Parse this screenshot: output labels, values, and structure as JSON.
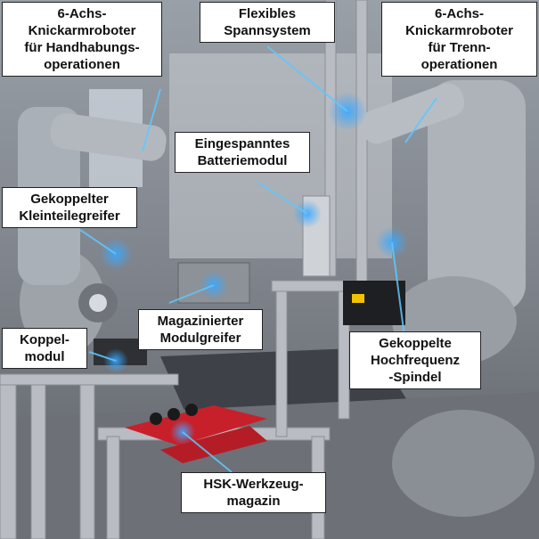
{
  "labels": {
    "handling_robot": [
      "6-Achs-",
      "Knickarmroboter",
      "für Handhabungs-",
      "operationen"
    ],
    "clamping_system": [
      "Flexibles",
      "Spannsystem"
    ],
    "separation_robot": [
      "6-Achs-",
      "Knickarmroboter",
      "für Trenn-",
      "operationen"
    ],
    "battery_module": [
      "Eingespanntes",
      "Batteriemodul"
    ],
    "small_gripper": [
      "Gekoppelter",
      "Kleinteilegreifer"
    ],
    "module_gripper": [
      "Magazinierter",
      "Modulgreifer"
    ],
    "coupling_module": [
      "Koppel-",
      "modul"
    ],
    "hf_spindle": [
      "Gekoppelte",
      "Hochfrequenz",
      "-Spindel"
    ],
    "tool_magazine": [
      "HSK-Werkzeug-",
      "magazin"
    ]
  },
  "colors": {
    "callout_line": "#5ec8ff",
    "highlight": "#3aa8ff",
    "magazine": "#c8202a",
    "frame": "#b9bcc2"
  }
}
